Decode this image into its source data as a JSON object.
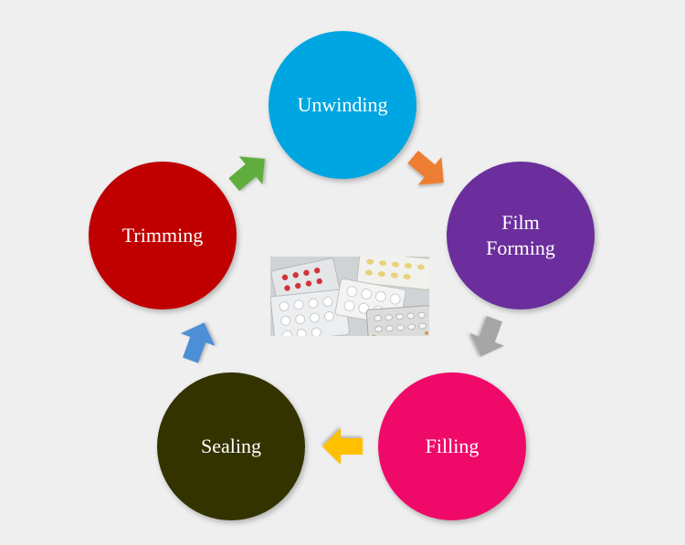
{
  "steps": [
    {
      "id": "unwinding",
      "label": "Unwinding",
      "color": "#00a6e1"
    },
    {
      "id": "film-forming",
      "label_line1": "Film",
      "label_line2": "Forming",
      "color": "#6b2e9c"
    },
    {
      "id": "filling",
      "label": "Filling",
      "color": "#ef0a6a"
    },
    {
      "id": "sealing",
      "label": "Sealing",
      "color": "#333300"
    },
    {
      "id": "trimming",
      "label": "Trimming",
      "color": "#c00000"
    }
  ],
  "arrows": [
    {
      "from": "unwinding",
      "to": "film-forming",
      "color": "#ed7d31"
    },
    {
      "from": "film-forming",
      "to": "filling",
      "color": "#a6a6a6"
    },
    {
      "from": "filling",
      "to": "sealing",
      "color": "#ffc000"
    },
    {
      "from": "sealing",
      "to": "trimming",
      "color": "#4e8fd6"
    },
    {
      "from": "trimming",
      "to": "unwinding",
      "color": "#5fae3c"
    }
  ],
  "center_image": {
    "subject": "blister packs of pills"
  }
}
